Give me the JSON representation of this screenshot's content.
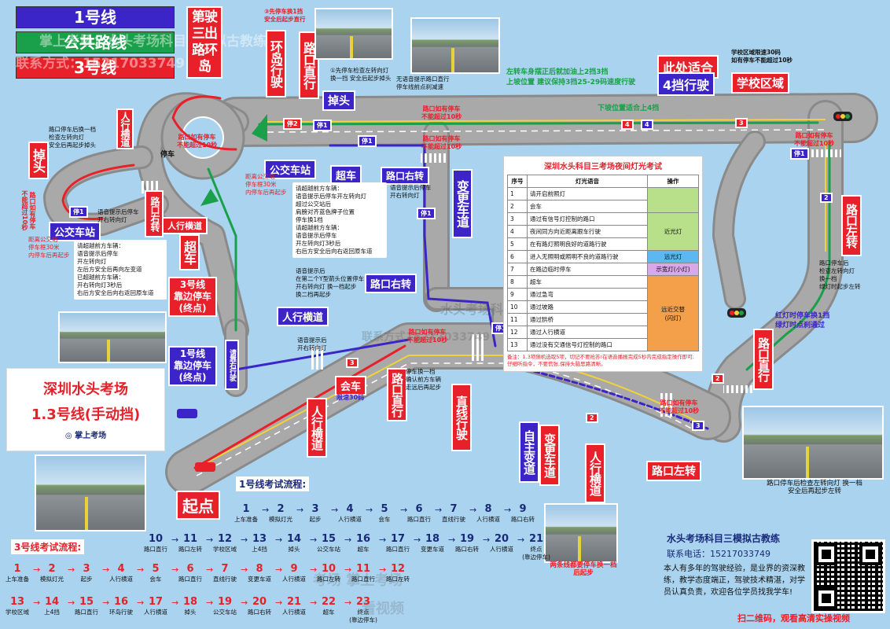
{
  "legend": [
    {
      "label": "1号线",
      "color": "#3b25c8"
    },
    {
      "label": "公共路线",
      "color": "#1aa04a"
    },
    {
      "label": "3号线",
      "color": "#e8202a"
    }
  ],
  "colors": {
    "line1": "#3b25c8",
    "public": "#1aa04a",
    "line3": "#e8202a",
    "road": "#a8a8a8",
    "lane": "#ffffff",
    "water": "#a9d3ee",
    "center_line": "#f2d23a"
  },
  "title": {
    "main": "深圳水头考场",
    "sub": "1.3号线(手动挡)",
    "brand": "掌上考场"
  },
  "start_label": "起点",
  "watermarks": [
    "掌上考场：水头考场科目三模拟古教练",
    "联系方式：15217033749",
    "水头考场科目三模拟古教练",
    "联系方式15217033749",
    "考场 掌上考场",
    "看视频"
  ],
  "tags": {
    "roundabout_exit3": "第驶三出路环岛",
    "roundabout_drive": "环岛行驶",
    "intersection_straight_top": "路口直行",
    "uturn_top": "掉头",
    "uturn_left": "掉头",
    "crosswalk_left": "人行横道",
    "bus_stop_top": "公交车站",
    "bus_stop_left": "公交车站",
    "overtake_top": "超车",
    "right_turn_top": "路口右转",
    "right_turn_left": "路口右转",
    "crosswalk_left2": "人行横道",
    "overtake_left": "超车",
    "line3_stop": "3号线\n靠边停车\n(终点)",
    "lane_change_top": "变更车道",
    "right_turn_mid": "路口右转",
    "crosswalk_mid": "人行横道",
    "line1_stop": "1号线\n靠边停车\n(终点)",
    "please_pull_over": "请靠右行驶",
    "meet_car": "会车",
    "speed_30": "限速30码",
    "intersection_straight_bottom": "路口直行",
    "crosswalk_bottom": "人行横道",
    "straight_drive": "直线行驶",
    "free_lane_change": "自主变道",
    "lane_change_bottom": "变更车道",
    "crosswalk_bottom2": "人行横道",
    "left_turn_bottom": "路口左转",
    "straight_right": "路口直行",
    "left_turn_right": "路口左转",
    "gear4_line1": "此处适合",
    "gear4_line2": "4挡行驶",
    "school_zone": "学校区域"
  },
  "notes": {
    "step3_note": "③先停车换1挡\n安全后起步直行",
    "step1_note": "①先停车检查左转向灯\n换一挡 安全后起步掉头",
    "voice_straight": "无语音提示路口直行\n停车线前点刹减速",
    "left_stop": "路口停车后换一档\n检查左转向灯\n安全后再起步掉头",
    "no_more_10_left": "不能超过10秒",
    "vertical_no10": "路口如有停车\n不能超过10秒",
    "stop_30m_top": "距离公交站\n停车框30米\n内停车后再起步",
    "stop_30m_left": "距离公交站\n停车框30米\n内停车后再起步",
    "voice_right_turn": "语音提示后停车\n开右转向灯",
    "voice_right_turn2": "语音提示后停车\n开右转向灯",
    "voice_right_turn3": "语音提示后\n开右转向灯",
    "overtake_steps": "请超越前方车辆：\n语音提示后停车\n开左转向灯\n安全后先开公交站\n前再调左边走\n开右转向灯3秒后\n右后方安全后向右返回原车道",
    "overtake_steps_left": "请超越前方车辆：\n语音提示后停车\n开左转向灯\n左后方安全后再向左变道\n已超越前方车辆：\n开右转向灯3秒后\n右后方安全后向右返回原车道",
    "overtake_steps_mid": "请超越前方车辆：\n语音提示后停车开左转向灯\n超过公交站后\n肩膀对齐蓝色牌子位置\n停车换1档\n请超越前方车辆：\n语音提示后停车\n开左转向灯3秒后\n右后方安全后向右返回原车道",
    "voice_y_junction": "语音提示后\n在第二个Y型箭头位置停车\n开右转向灯 换一档起步\n换二档再起步",
    "mid_stop_warn": "路口如有停车\n不能超过10秒",
    "stop_change_gear": "停车换一档\n确认前方车辆\n走远后再起步",
    "downhill_4gear": "下坡位置适合上4挡",
    "left_straight_note": "左转车身摆正后就加油上2挡3挡\n上坡位置 建议保持3挡25-29码速度行驶",
    "school_speed": "学校区域限速30码\n如有停车不能超过10秒",
    "right_stop_warn": "路口如有停车\n不能超过10秒",
    "left_turn_note": "路口停车后\n检查左转向灯\n换一档\n绿灯时起步左转",
    "red_light_note": "红灯时停车换1挡\n绿灯时点刹通过",
    "bottom_right_stop": "路口如有停车\n不能超过10秒",
    "photo_caption": "路口停车后检查左转向灯 换一档\n安全后再起步左转",
    "both_lines_note": "两条线都要停车换一档\n后起步",
    "top_stop_no10": "路口如有停车\n不能超过10秒",
    "top_stop2_no10": "路口如有停车\n不能超过10秒",
    "left_stop_no10": "路口如有停车\n不能超过10秒",
    "parking": "停车",
    "parking2": "停车"
  },
  "light_table": {
    "title": "深圳水头科目三考场夜间灯光考试",
    "headers": [
      "序号",
      "灯光语音",
      "操作"
    ],
    "rows": [
      {
        "no": "1",
        "voice": "请开启前照灯",
        "op": ""
      },
      {
        "no": "2",
        "voice": "会车",
        "op": ""
      },
      {
        "no": "3",
        "voice": "通过有信号灯控制的路口",
        "op": "近光灯"
      },
      {
        "no": "4",
        "voice": "夜间同方向近距离跟车行驶",
        "op": ""
      },
      {
        "no": "5",
        "voice": "在有路灯照明良好的道路行驶",
        "op": ""
      },
      {
        "no": "6",
        "voice": "进入无照明或照明不良的道路行驶",
        "op": "远光灯"
      },
      {
        "no": "7",
        "voice": "在路边临时停车",
        "op": "示宽灯(小灯)"
      },
      {
        "no": "8",
        "voice": "超车",
        "op": ""
      },
      {
        "no": "9",
        "voice": "通过急弯",
        "op": ""
      },
      {
        "no": "10",
        "voice": "通过坡路",
        "op": "远近交替\n(闪灯)"
      },
      {
        "no": "11",
        "voice": "通过拱桥",
        "op": ""
      },
      {
        "no": "12",
        "voice": "通过人行横道",
        "op": ""
      },
      {
        "no": "13",
        "voice": "通过没有交通信号灯控制的路口",
        "op": ""
      }
    ],
    "op_colors": {
      "low": "#b8e08a",
      "high": "#5cb8f0",
      "width": "#d8a8e8",
      "flash": "#f4a04a"
    },
    "footer": "备注：1.3项随机选取5项，切记不要抢答!在语音播报完成5秒内完成指定操作即可;仔细听指令，不要慌张,保持头脑思路清晰。"
  },
  "line1_flow": {
    "title": "1号线考试流程:",
    "steps": [
      {
        "n": "1",
        "label": "上车准备"
      },
      {
        "n": "2",
        "label": "模拟灯光"
      },
      {
        "n": "3",
        "label": "起步"
      },
      {
        "n": "4",
        "label": "人行横道"
      },
      {
        "n": "5",
        "label": "会车"
      },
      {
        "n": "6",
        "label": "路口直行"
      },
      {
        "n": "7",
        "label": "直线行驶"
      },
      {
        "n": "8",
        "label": "人行横道"
      },
      {
        "n": "9",
        "label": "路口右转"
      },
      {
        "n": "10",
        "label": "路口直行"
      },
      {
        "n": "11",
        "label": "路口左转"
      },
      {
        "n": "12",
        "label": "学校区域"
      },
      {
        "n": "13",
        "label": "上4挡"
      },
      {
        "n": "14",
        "label": "掉头"
      },
      {
        "n": "15",
        "label": "公交车站"
      },
      {
        "n": "16",
        "label": "超车"
      },
      {
        "n": "17",
        "label": "路口直行"
      },
      {
        "n": "18",
        "label": "变更车道"
      },
      {
        "n": "19",
        "label": "路口右转"
      },
      {
        "n": "20",
        "label": "人行横道"
      },
      {
        "n": "21",
        "label": "终点\n(靠边停车)"
      }
    ]
  },
  "line3_flow": {
    "title": "3号线考试流程:",
    "steps": [
      {
        "n": "1",
        "label": "上车准备"
      },
      {
        "n": "2",
        "label": "模拟灯光"
      },
      {
        "n": "3",
        "label": "起步"
      },
      {
        "n": "4",
        "label": "人行横道"
      },
      {
        "n": "5",
        "label": "会车"
      },
      {
        "n": "6",
        "label": "路口直行"
      },
      {
        "n": "7",
        "label": "直线行驶"
      },
      {
        "n": "8",
        "label": "变更车道"
      },
      {
        "n": "9",
        "label": "人行横道"
      },
      {
        "n": "10",
        "label": "路口左转"
      },
      {
        "n": "11",
        "label": "路口直行"
      },
      {
        "n": "12",
        "label": "路口左转"
      },
      {
        "n": "13",
        "label": "学校区域"
      },
      {
        "n": "14",
        "label": "上4挡"
      },
      {
        "n": "15",
        "label": "路口直行"
      },
      {
        "n": "16",
        "label": "环岛行驶"
      },
      {
        "n": "17",
        "label": "人行横道"
      },
      {
        "n": "18",
        "label": "掉头"
      },
      {
        "n": "19",
        "label": "公交车站"
      },
      {
        "n": "20",
        "label": "路口右转"
      },
      {
        "n": "21",
        "label": "人行横道"
      },
      {
        "n": "22",
        "label": "超车"
      },
      {
        "n": "23",
        "label": "终点\n(靠边停车)"
      }
    ]
  },
  "contact": {
    "title": "水头考场科目三模拟古教练",
    "phone_label": "联系电话：",
    "phone": "15217033749",
    "intro": "本人有多年的驾驶经验，是业界的资深教练，教学态度端正，驾驶技术精湛，对学员认真负责，欢迎各位学员找我学车!",
    "qr_caption": "扫二维码，观看高清实操视频"
  },
  "markers": [
    "停1",
    "停1",
    "停1",
    "停1",
    "停1",
    "停1",
    "停2"
  ],
  "gear_numbers": [
    "2",
    "3",
    "4",
    "2",
    "3",
    "4",
    "2",
    "3"
  ]
}
